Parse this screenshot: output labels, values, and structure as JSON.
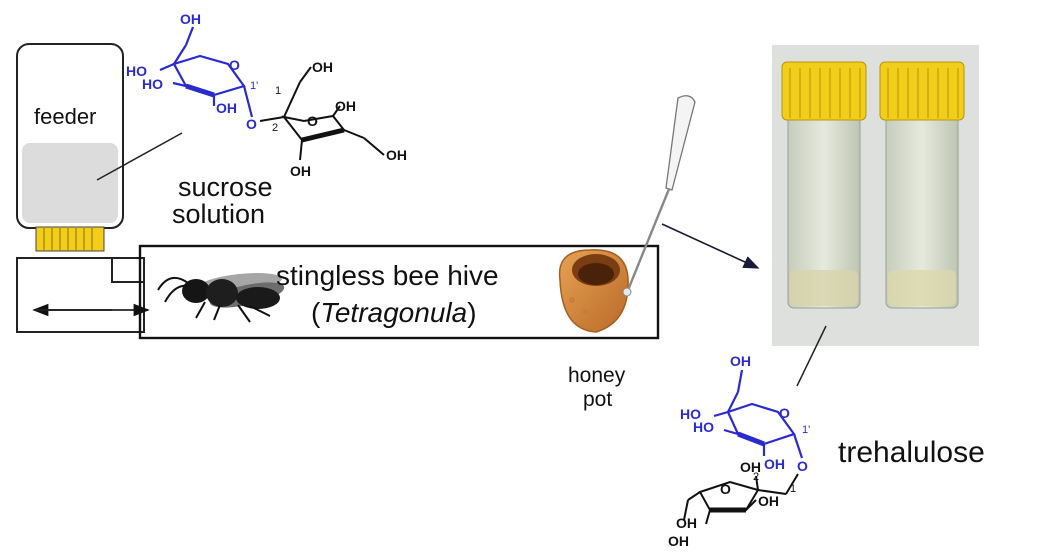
{
  "labels": {
    "feeder": "feeder",
    "sucrose_line1": "sucrose",
    "sucrose_line2": "solution",
    "hive_line1": "stingless bee hive",
    "hive_paren_open": "(",
    "hive_genus": "Tetragonula",
    "hive_paren_close": ")",
    "honey_line1": "honey",
    "honey_line2": "pot",
    "trehalulose": "trehalulose"
  },
  "chem": {
    "oh": "OH",
    "ho": "HO",
    "o": "O",
    "c1": "1",
    "c1p": "1'",
    "c2": "2"
  },
  "colors": {
    "glucose_blue": "#2a2ad0",
    "cap_yellow": "#f2cd1a",
    "feeder_fill": "#dcdcdc",
    "honey_pot": "#d98a3c"
  }
}
